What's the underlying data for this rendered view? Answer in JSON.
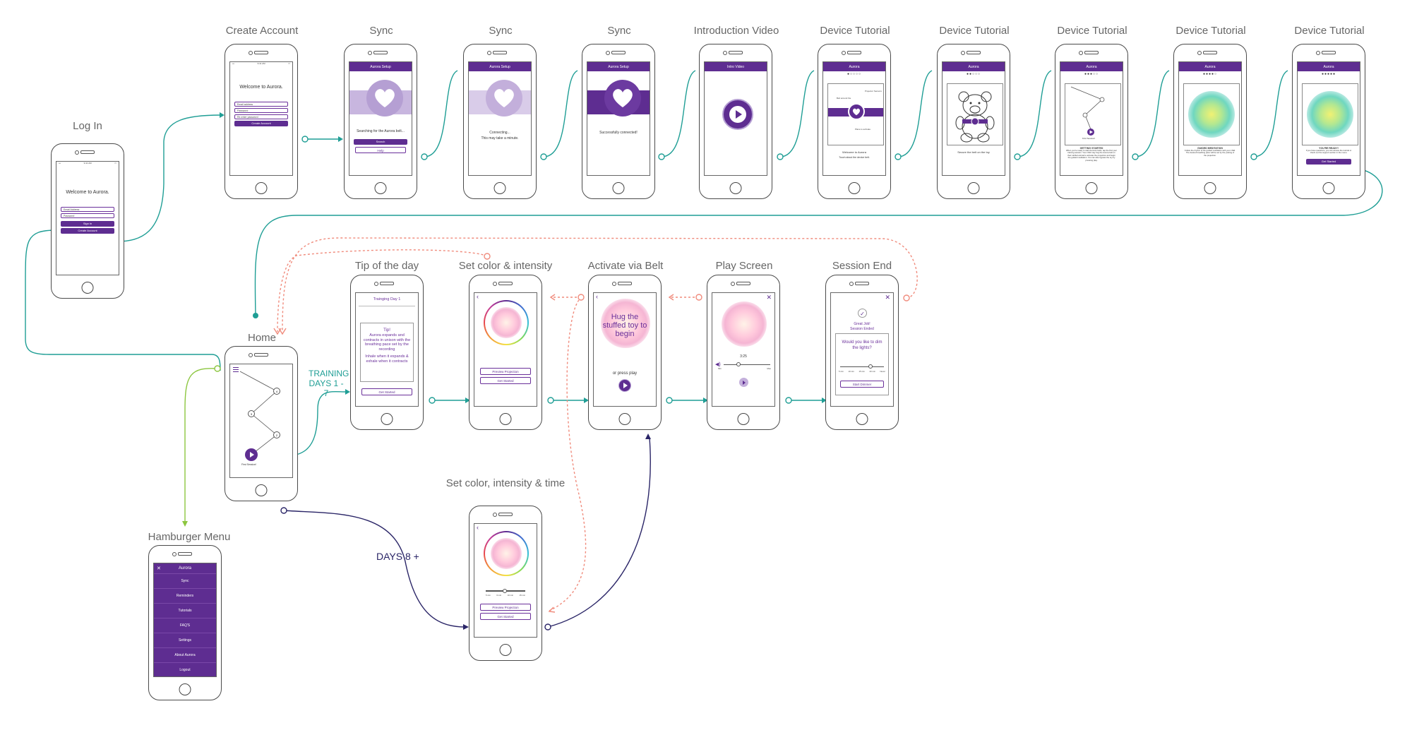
{
  "colors": {
    "teal": "#1f9e95",
    "navy": "#2a2567",
    "coral": "#f08b7c",
    "green": "#8cc63f",
    "purple": "#5e2d91",
    "lavender": "#c8b6df"
  },
  "screens": {
    "login": {
      "title": "Log In",
      "welcome": "Welcome to Aurora.",
      "fields": [
        "Email Address",
        "Password"
      ],
      "buttons": [
        "Sign in",
        "Create Account"
      ]
    },
    "create_account": {
      "title": "Create Account",
      "welcome": "Welcome to Aurora.",
      "fields": [
        "Email address",
        "Password",
        "Re-enter password"
      ],
      "button": "Create Account"
    },
    "sync1": {
      "title": "Sync",
      "bar": "Aurora Setup",
      "text": "Searching for the Aurora belt...",
      "buttons": [
        "Search",
        "Help"
      ]
    },
    "sync2": {
      "title": "Sync",
      "bar": "Aurora Setup",
      "text1": "Connecting...",
      "text2": "This may take a minute."
    },
    "sync3": {
      "title": "Sync",
      "bar": "Aurora Setup",
      "text": "Successfully connected!"
    },
    "intro_video": {
      "title": "Introduction Video",
      "bar": "Intro Video"
    },
    "tutorial1": {
      "title": "Device Tutorial",
      "bar": "Aurora",
      "callouts": [
        "Projector Sensors",
        "Belt around the",
        "Place to activate"
      ],
      "text1": "Welcome to Aurora",
      "text2": "Touch about the device belt."
    },
    "tutorial2": {
      "title": "Device Tutorial",
      "bar": "Aurora",
      "text": "Secure the belt on the toy"
    },
    "tutorial3": {
      "title": "Device Tutorial",
      "bar": "Aurora",
      "caption": "First Session!",
      "heading": "GETTING STARTED",
      "body": "When you're ready to start Aurora's belts, tap the first your training session. Your child may hug the Aurora belt on their stuffed animal to activate the projection and begin the guided meditation. You can also bypass the toy by pressing play."
    },
    "tutorial4": {
      "title": "Device Tutorial",
      "bar": "Aurora",
      "heading": "GUIDED MEDITATION",
      "body": "Follow the rhythm of the guided meditation with your child. The desired breathing pace will be set by the pulsing of the projection."
    },
    "tutorial5": {
      "title": "Device Tutorial",
      "bar": "Aurora",
      "heading": "YOU'RE READY!",
      "body": "If you have questions, you can access the tutorial or check out the support section in the menu.",
      "button": "Get Started"
    },
    "home": {
      "title": "Home",
      "nodes": [
        "4",
        "3",
        "2"
      ],
      "caption": "First Session!"
    },
    "hamburger": {
      "title": "Hamburger Menu",
      "header": "Aurora",
      "items": [
        "Sync",
        "Reminders",
        "Tutorials",
        "FAQ'S",
        "Settings",
        "About Aurora",
        "Logout"
      ]
    },
    "tip": {
      "title": "Tip of the day",
      "header": "Trainging Day 1",
      "tip_heading": "Tip!",
      "tip_body": "Aurora expands and contracts in unison with the breathing pace set by the recording",
      "tip_body2": "Inhale when it expands & exhale when it contracts",
      "button": "Get Started"
    },
    "set_color": {
      "title": "Set color & intensity",
      "buttons": [
        "Preview Projection",
        "Get Started"
      ]
    },
    "activate": {
      "title": "Activate via Belt",
      "message": "Hug the stuffed toy to begin",
      "alt": "or press play"
    },
    "play": {
      "title": "Play Screen",
      "time": "3:25",
      "vol_min": "Min",
      "vol_max": "Max"
    },
    "session_end": {
      "title": "Session End",
      "great": "Great Job!",
      "ended": "Session Ended",
      "question": "Would you like to dim the lights?",
      "scale": [
        "5 min",
        "10 min",
        "15 min",
        "20 min",
        "Never"
      ],
      "button": "Start Dimmer"
    },
    "set_color_time": {
      "title": "Set color, intensity & time",
      "times": [
        "5 min",
        "6 min",
        "10 min",
        "15 min"
      ],
      "buttons": [
        "Preview Projection",
        "Get Started"
      ]
    }
  },
  "flow_labels": {
    "training": "TRAINING",
    "training_days": "DAYS 1 - 7",
    "days8": "DAYS 8 +"
  }
}
